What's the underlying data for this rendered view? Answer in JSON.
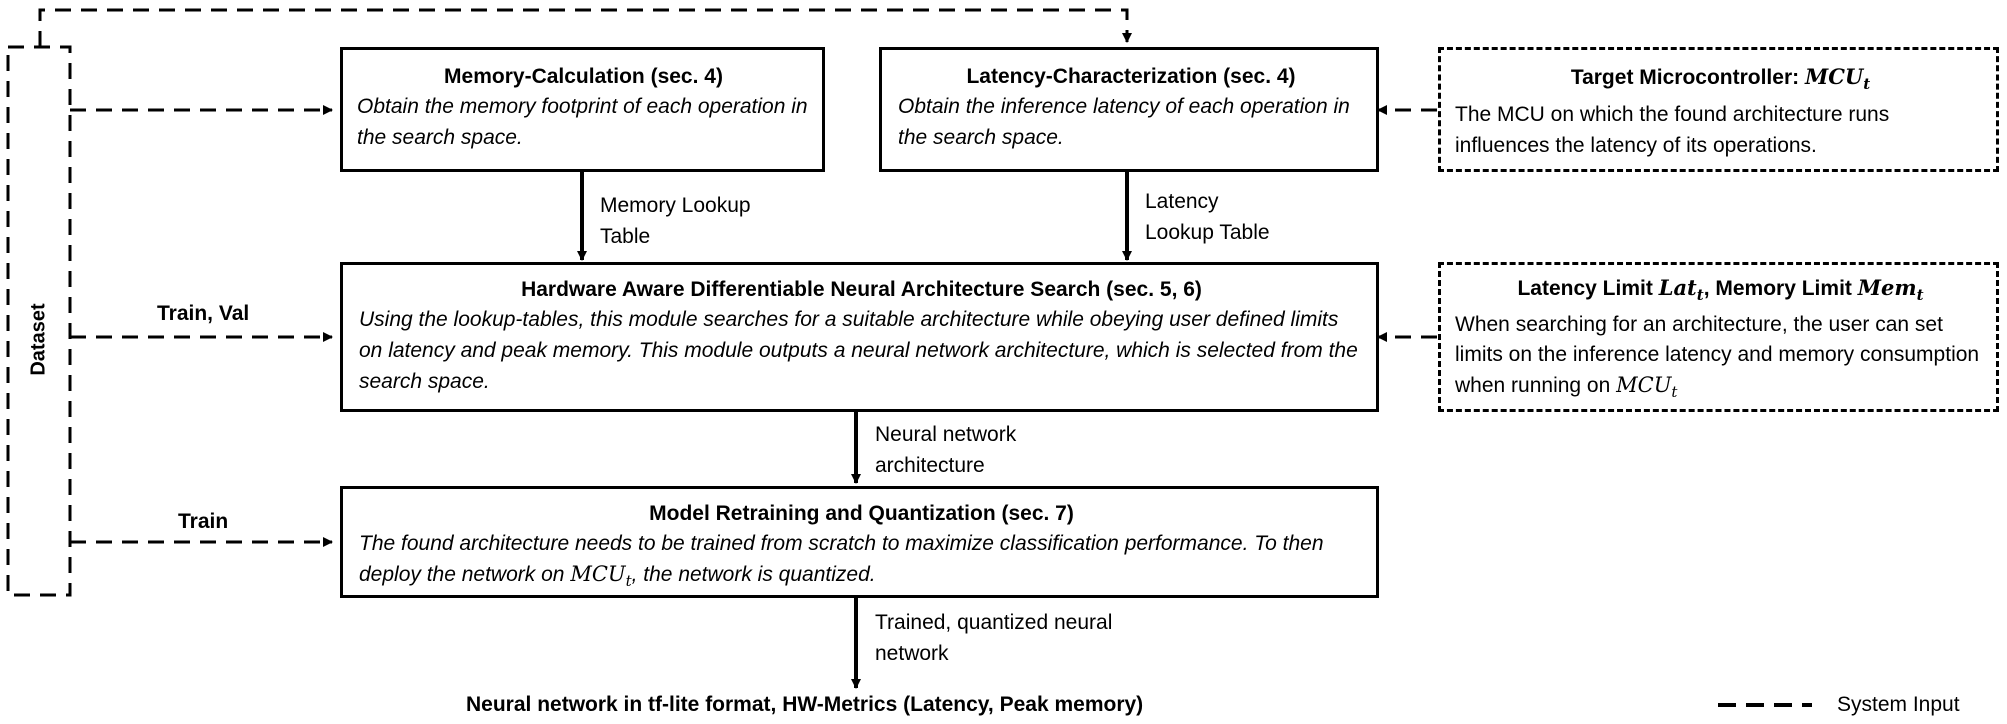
{
  "dataset_label": "Dataset",
  "memory_box": {
    "title": "Memory-Calculation (sec. 4)",
    "desc": "Obtain the memory footprint of each operation in the search space."
  },
  "latency_box": {
    "title": "Latency-Characterization (sec. 4)",
    "desc": "Obtain the inference latency of each operation in the search space."
  },
  "target_box": {
    "title_prefix": "Target Microcontroller: ",
    "mcu_var": "MCU",
    "mcu_sub": "t",
    "desc": "The MCU on which the found architecture runs influences the latency of its operations."
  },
  "hw_box": {
    "title": "Hardware Aware Differentiable Neural Architecture Search (sec. 5, 6)",
    "desc": "Using the lookup-tables, this module searches for a suitable architecture while obeying user defined limits on latency and peak memory. This module outputs a neural network architecture, which is selected from the search space."
  },
  "limits_box": {
    "title_part1": "Latency Limit ",
    "lat_var": "Lat",
    "lat_sub": "t",
    "title_part2": ", Memory Limit ",
    "mem_var": "Mem",
    "mem_sub": "t",
    "desc": "When searching for an architecture, the user can set limits on the inference latency and memory consumption when running on ",
    "mcu_var": "MCU",
    "mcu_sub": "t"
  },
  "retrain_box": {
    "title": "Model Retraining and Quantization (sec. 7)",
    "desc_part1": "The found architecture needs to be trained from scratch to maximize classification performance. To then deploy the network on ",
    "mcu_var": "MCU",
    "mcu_sub": "t",
    "desc_part2": ", the network is quantized."
  },
  "edges": {
    "memory_lookup": "Memory Lookup\nTable",
    "latency_lookup": "Latency\nLookup Table",
    "nn_arch": "Neural network\narchitecture",
    "trained_quantized": "Trained, quantized neural\nnetwork",
    "train_val": "Train, Val",
    "train": "Train"
  },
  "output_text": "Neural network in tf-lite format, HW-Metrics (Latency, Peak memory)",
  "legend_label": "System Input"
}
